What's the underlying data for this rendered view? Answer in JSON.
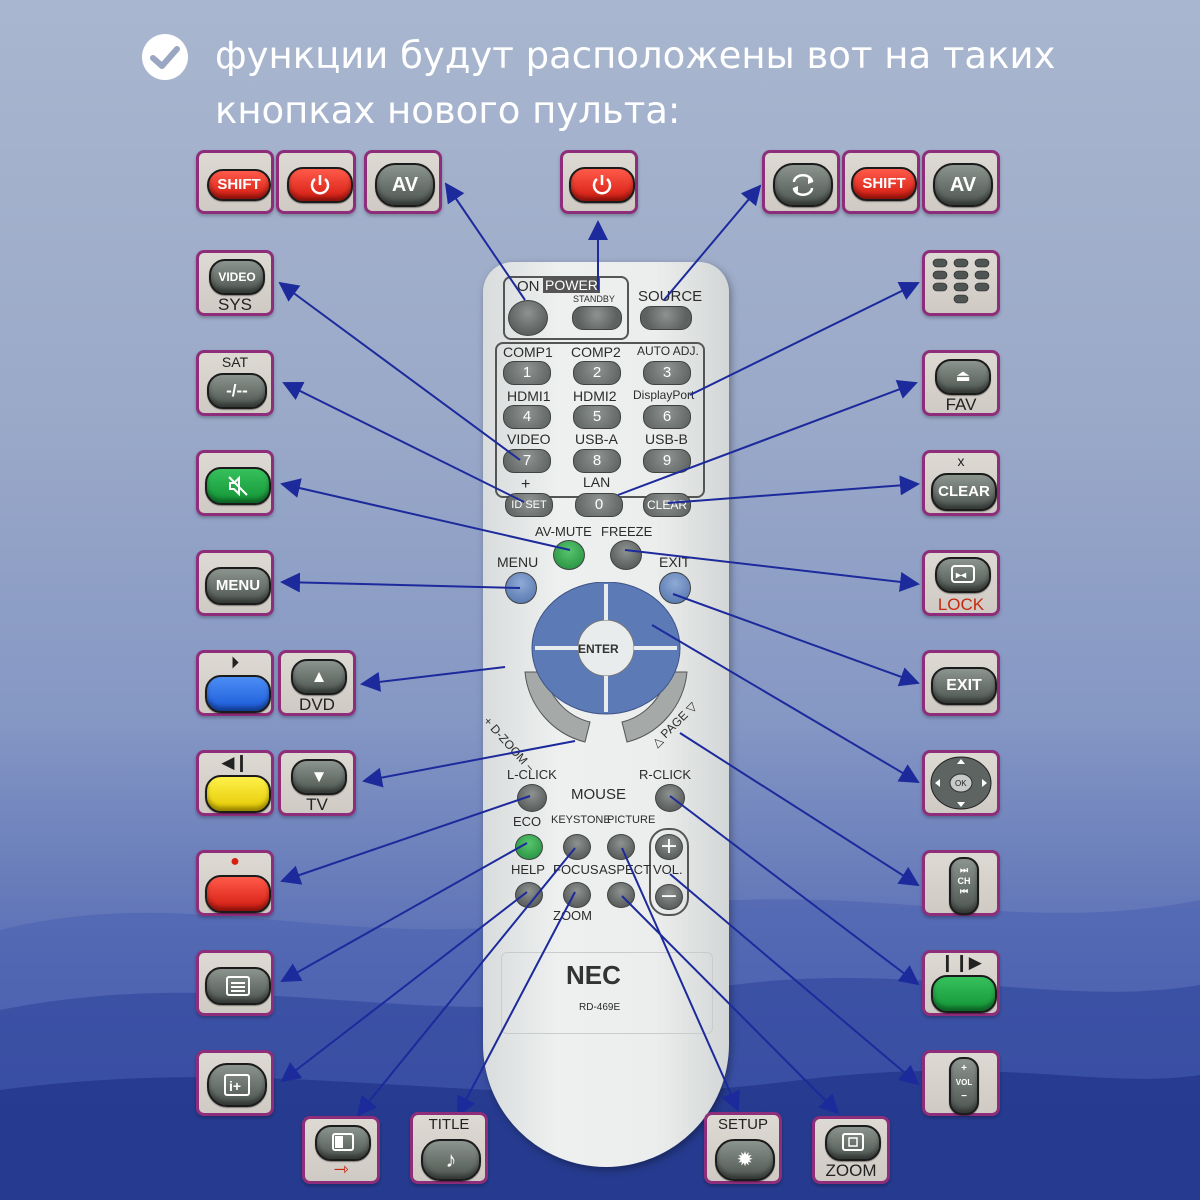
{
  "header": {
    "line1": "функции будут расположены вот на таких",
    "line2": "кнопках нового пульта:"
  },
  "colors": {
    "accent_border": "#8e2d7a",
    "arrow": "#1c2a9c"
  },
  "tiles": {
    "shift_left": "SHIFT",
    "av_left": "AV",
    "shift_right": "SHIFT",
    "av_right": "AV",
    "video_btn": "VIDEO",
    "video_sub": "SYS",
    "sat_top": "SAT",
    "sat_btn": "-/--",
    "menu_btn": "MENU",
    "dvd_sub": "DVD",
    "tv_sub": "TV",
    "fav_sub": "FAV",
    "clear_top": "x",
    "clear_btn": "CLEAR",
    "lock_sub": "LOCK",
    "exit_btn": "EXIT",
    "ok_btn": "OK",
    "ch_label": "CH",
    "vol_label": "VOL",
    "title_top": "TITLE",
    "setup_top": "SETUP",
    "zoom_sub": "ZOOM"
  },
  "remote": {
    "on": "ON",
    "power": "POWER",
    "standby": "STANDBY",
    "source": "SOURCE",
    "keys": [
      {
        "label": "COMP1",
        "num": "1"
      },
      {
        "label": "COMP2",
        "num": "2"
      },
      {
        "label": "AUTO ADJ.",
        "num": "3"
      },
      {
        "label": "HDMI1",
        "num": "4"
      },
      {
        "label": "HDMI2",
        "num": "5"
      },
      {
        "label": "DisplayPort",
        "num": "6"
      },
      {
        "label": "VIDEO",
        "num": "7"
      },
      {
        "label": "USB-A",
        "num": "8"
      },
      {
        "label": "USB-B",
        "num": "9"
      }
    ],
    "plus": "+",
    "id_set": "ID SET",
    "lan": "LAN",
    "zero": "0",
    "clear": "CLEAR",
    "av_mute": "AV-MUTE",
    "freeze": "FREEZE",
    "menu": "MENU",
    "exit": "EXIT",
    "enter": "ENTER",
    "d_zoom": "+ D-ZOOM −",
    "page": "△ PAGE ▽",
    "l_click": "L-CLICK",
    "mouse": "MOUSE",
    "r_click": "R-CLICK",
    "eco": "ECO",
    "keystone": "KEYSTONE",
    "picture": "PICTURE",
    "help": "HELP",
    "focus": "FOCUS",
    "zoom": "ZOOM",
    "aspect": "ASPECT",
    "vol": "VOL.",
    "vol_plus": "+",
    "vol_minus": "−",
    "brand": "NEC",
    "model": "RD-469E"
  }
}
